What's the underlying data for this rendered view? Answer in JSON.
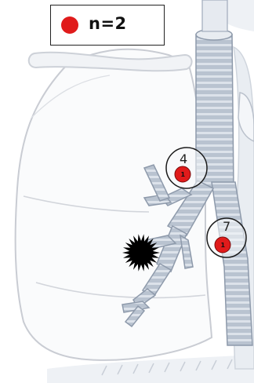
{
  "legend": {
    "label": "n=2",
    "marker_color": "#e01b1b"
  },
  "lymph_nodes": [
    {
      "station": "4",
      "count": "1"
    },
    {
      "station": "7",
      "count": "1"
    }
  ],
  "colors": {
    "airway": "#b4bfcd",
    "airway_ring": "#dde3ea",
    "lung_outline": "#c9ccd3",
    "tumor": "#000000",
    "metastasis": "#e01b1b"
  }
}
